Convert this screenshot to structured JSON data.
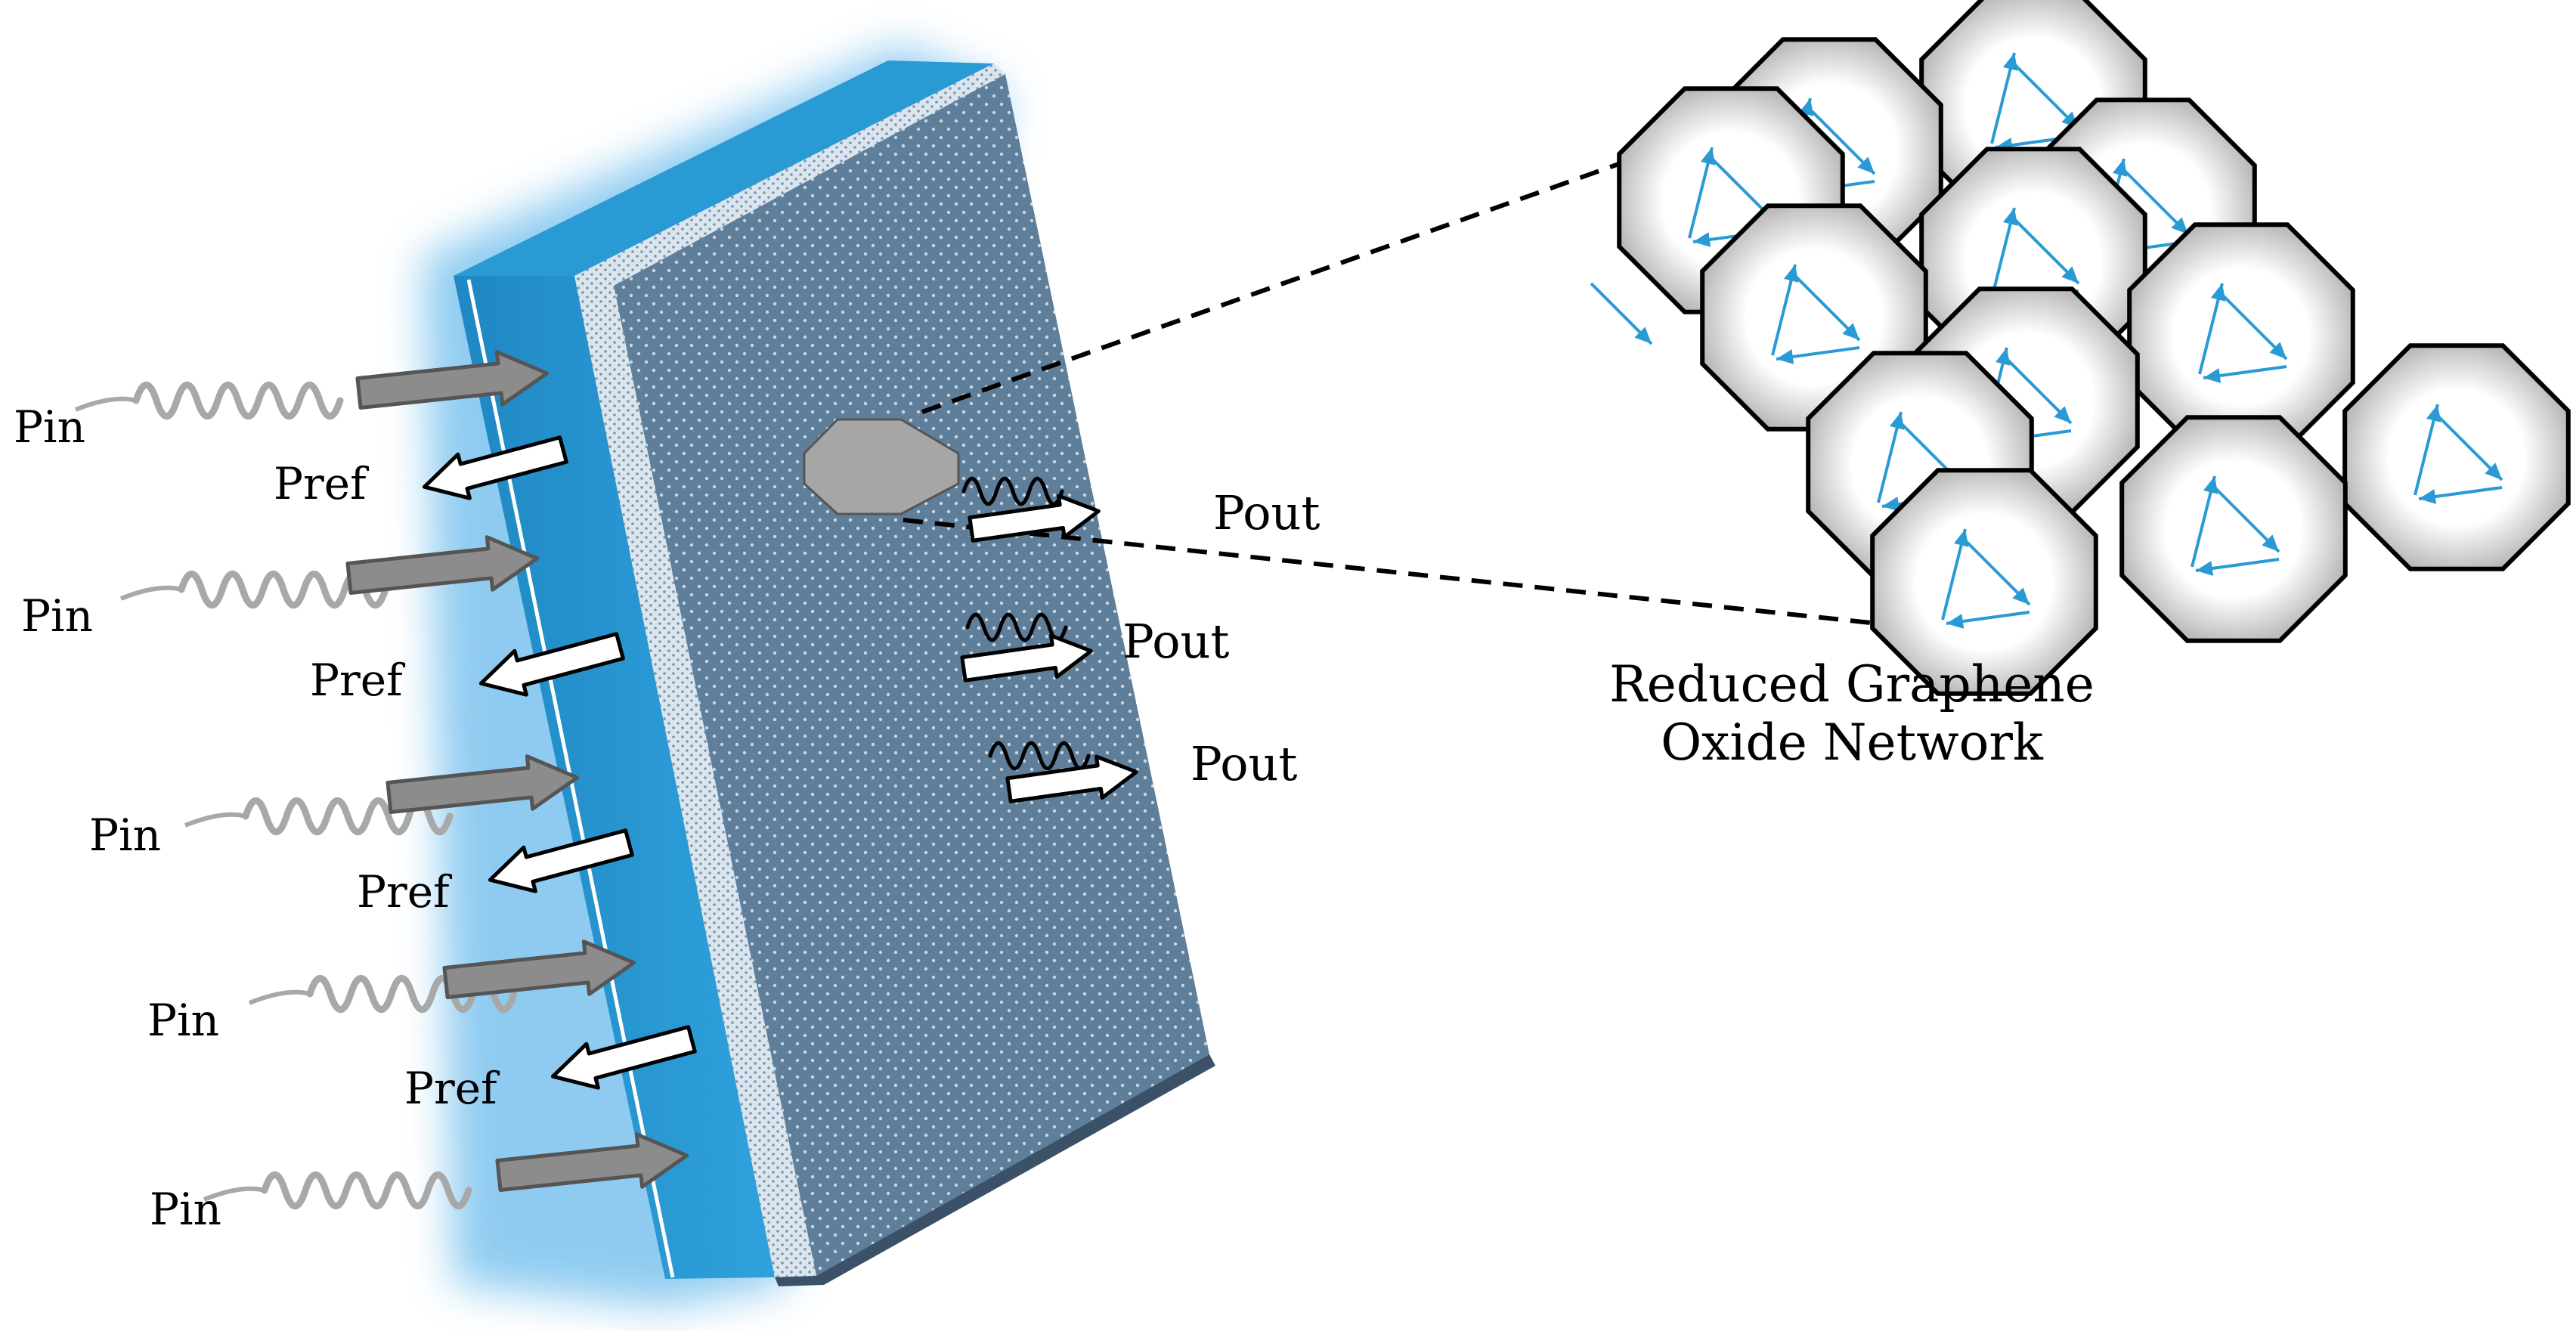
{
  "labels": {
    "pin": "Pin",
    "pref": "Pref",
    "pout": "Pout",
    "network_line1": "Reduced Graphene",
    "network_line2": "Oxide Network"
  },
  "colors": {
    "panel_front": "#2a9ad4",
    "panel_face": "#5e7d99",
    "panel_edge": "#dfe8f0",
    "glow": "#7cc3ee",
    "arrow_in": "#8c8c8c",
    "wave_in": "#a8a8a8",
    "vector": "#2a9ad4",
    "octagon_marker": "#a6a6a6"
  },
  "icons": {
    "incident": "gray-right-arrow-icon",
    "reflected": "white-left-arrow-icon",
    "transmitted": "white-right-arrow-icon",
    "wave": "sine-wave-icon"
  }
}
